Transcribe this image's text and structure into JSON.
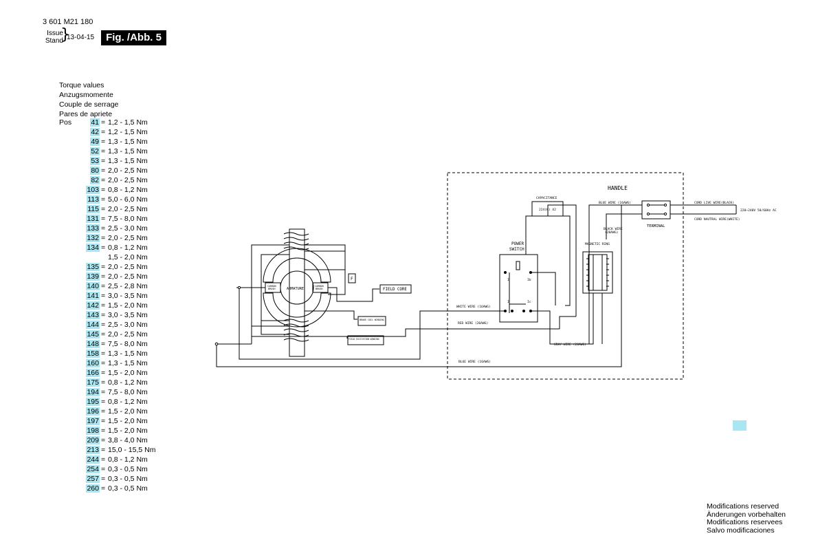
{
  "header": {
    "part_number": "3 601 M21 180",
    "issue_label": "Issue",
    "stand_label": "Stand",
    "date": "13-04-15",
    "figure": "Fig. /Abb. 5"
  },
  "torque": {
    "titles": [
      "Torque values",
      "Anzugsmomente",
      "Couple de serrage",
      "Pares de apriete"
    ],
    "pos_label": "Pos",
    "rows": [
      {
        "pos": "41",
        "value": "1,2 - 1,5 Nm"
      },
      {
        "pos": "42",
        "value": "1,2 - 1,5 Nm"
      },
      {
        "pos": "49",
        "value": "1,3 - 1,5 Nm"
      },
      {
        "pos": "52",
        "value": "1,3 - 1,5 Nm"
      },
      {
        "pos": "53",
        "value": "1,3 - 1,5 Nm"
      },
      {
        "pos": "80",
        "value": "2,0 - 2,5 Nm"
      },
      {
        "pos": "82",
        "value": "2,0 - 2,5 Nm"
      },
      {
        "pos": "103",
        "value": "0,8 - 1,2 Nm"
      },
      {
        "pos": "113",
        "value": "5,0 - 6,0 Nm"
      },
      {
        "pos": "115",
        "value": "2,0 - 2,5 Nm"
      },
      {
        "pos": "131",
        "value": "7,5 - 8,0 Nm"
      },
      {
        "pos": "133",
        "value": "2,5 - 3,0 Nm"
      },
      {
        "pos": "132",
        "value": "2,0 - 2,5 Nm"
      },
      {
        "pos": "134",
        "value": "0,8 - 1,2 Nm"
      },
      {
        "pos": "",
        "value": "1,5 - 2,0 Nm"
      },
      {
        "pos": "135",
        "value": "2,0 - 2,5 Nm"
      },
      {
        "pos": "139",
        "value": "2,0 - 2,5 Nm"
      },
      {
        "pos": "140",
        "value": "2,5 - 2,8 Nm"
      },
      {
        "pos": "141",
        "value": "3,0 - 3,5 Nm"
      },
      {
        "pos": "142",
        "value": "1,5 - 2,0 Nm"
      },
      {
        "pos": "143",
        "value": "3,0 - 3,5 Nm"
      },
      {
        "pos": "144",
        "value": "2,5 - 3,0 Nm"
      },
      {
        "pos": "145",
        "value": "2,0 - 2,5 Nm"
      },
      {
        "pos": "148",
        "value": "7,5 - 8,0 Nm"
      },
      {
        "pos": "158",
        "value": "1,3 - 1,5 Nm"
      },
      {
        "pos": "160",
        "value": "1,3 - 1,5 Nm"
      },
      {
        "pos": "166",
        "value": "1,5 - 2,0 Nm"
      },
      {
        "pos": "175",
        "value": "0,8 - 1,2 Nm"
      },
      {
        "pos": "194",
        "value": "7,5 - 8,0 Nm"
      },
      {
        "pos": "195",
        "value": "0,8 - 1,2 Nm"
      },
      {
        "pos": "196",
        "value": "1,5 - 2,0 Nm"
      },
      {
        "pos": "197",
        "value": "1,5 - 2,0 Nm"
      },
      {
        "pos": "198",
        "value": "1,5 - 2,0 Nm"
      },
      {
        "pos": "209",
        "value": "3,8 - 4,0 Nm"
      },
      {
        "pos": "213",
        "value": "15,0 - 15,5 Nm"
      },
      {
        "pos": "244",
        "value": "0,8 - 1,2 Nm"
      },
      {
        "pos": "254",
        "value": "0,3 - 0,5 Nm"
      },
      {
        "pos": "257",
        "value": "0,3 - 0,5 Nm"
      },
      {
        "pos": "260",
        "value": "0,3 - 0,5 Nm"
      }
    ]
  },
  "diagram": {
    "handle": "HANDLE",
    "capacitance": "CAPACITANCE",
    "capacitor_value": "224(K) X2",
    "power_switch": [
      "POWER",
      "SWITCH"
    ],
    "terminal": "TERMINAL",
    "magnetic_ring": "MAGNETIC RING",
    "armature": "ARMATURE",
    "carbon_brush": [
      "CARBON",
      "BRUSH"
    ],
    "field_marker": "F",
    "field_core": "FIELD CORE",
    "brake_coil": "BRAKE COIL WINDING",
    "field_excitation": "FIELD EXCITATION WINDING",
    "switch_contacts": [
      "I",
      "Ib",
      "I",
      "Ic"
    ],
    "wires": {
      "blue_top": "BLUE WIRE (16AWG)",
      "black": [
        "BLACK WIRE",
        "(20AWG)"
      ],
      "white": "WHITE WIRE (16AWG)",
      "red": "RED WIRE (20AWG)",
      "gray": "GRAY WIRE (20AWG)",
      "blue_bottom": "BLUE WIRE (16AWG)",
      "cord_live": "CORD LIVE WIRE(BLACK)",
      "cord_neutral": "CORD NAUTRAL WIRE(WHITE)",
      "supply": "220~240V 50/60Hz AC"
    }
  },
  "colors": {
    "highlight": "#a8e6f2",
    "badge": "#000000"
  },
  "footer": {
    "lines": [
      "Modifications reserved",
      "Änderungen vorbehalten",
      "Modifications reservees",
      "Salvo modificaciones"
    ]
  }
}
